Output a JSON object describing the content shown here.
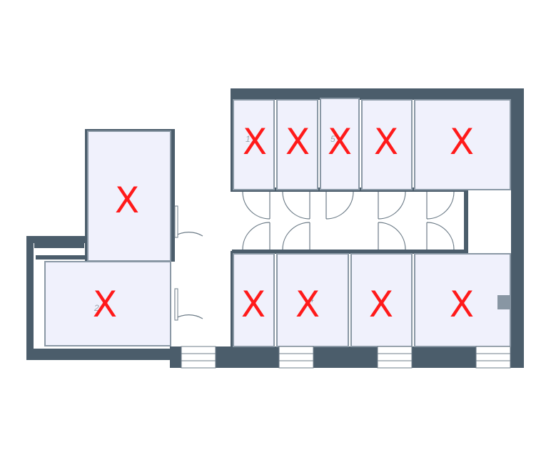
{
  "colors": {
    "wall": "#4b5d6b",
    "room_fill": "#f0f1fc",
    "room_border": "#8a98a5",
    "mark": "#ff1a1a",
    "room_number": "#9aa5ad",
    "door_line": "#6d7c88",
    "fixture": "#8896a3"
  },
  "mark_symbol": "X",
  "rooms": [
    {
      "id": "t1",
      "number": "1",
      "marked": true
    },
    {
      "id": "t2",
      "number": "",
      "marked": true
    },
    {
      "id": "t3",
      "number": "5",
      "marked": true
    },
    {
      "id": "t4",
      "number": "",
      "marked": true
    },
    {
      "id": "t5",
      "number": "",
      "marked": true
    },
    {
      "id": "b1",
      "number": "",
      "marked": true
    },
    {
      "id": "b2",
      "number": "4",
      "marked": true
    },
    {
      "id": "b3",
      "number": "",
      "marked": true
    },
    {
      "id": "b4",
      "number": "",
      "marked": true
    },
    {
      "id": "w1",
      "number": "",
      "marked": true
    },
    {
      "id": "w2",
      "number": "2",
      "marked": true
    }
  ]
}
